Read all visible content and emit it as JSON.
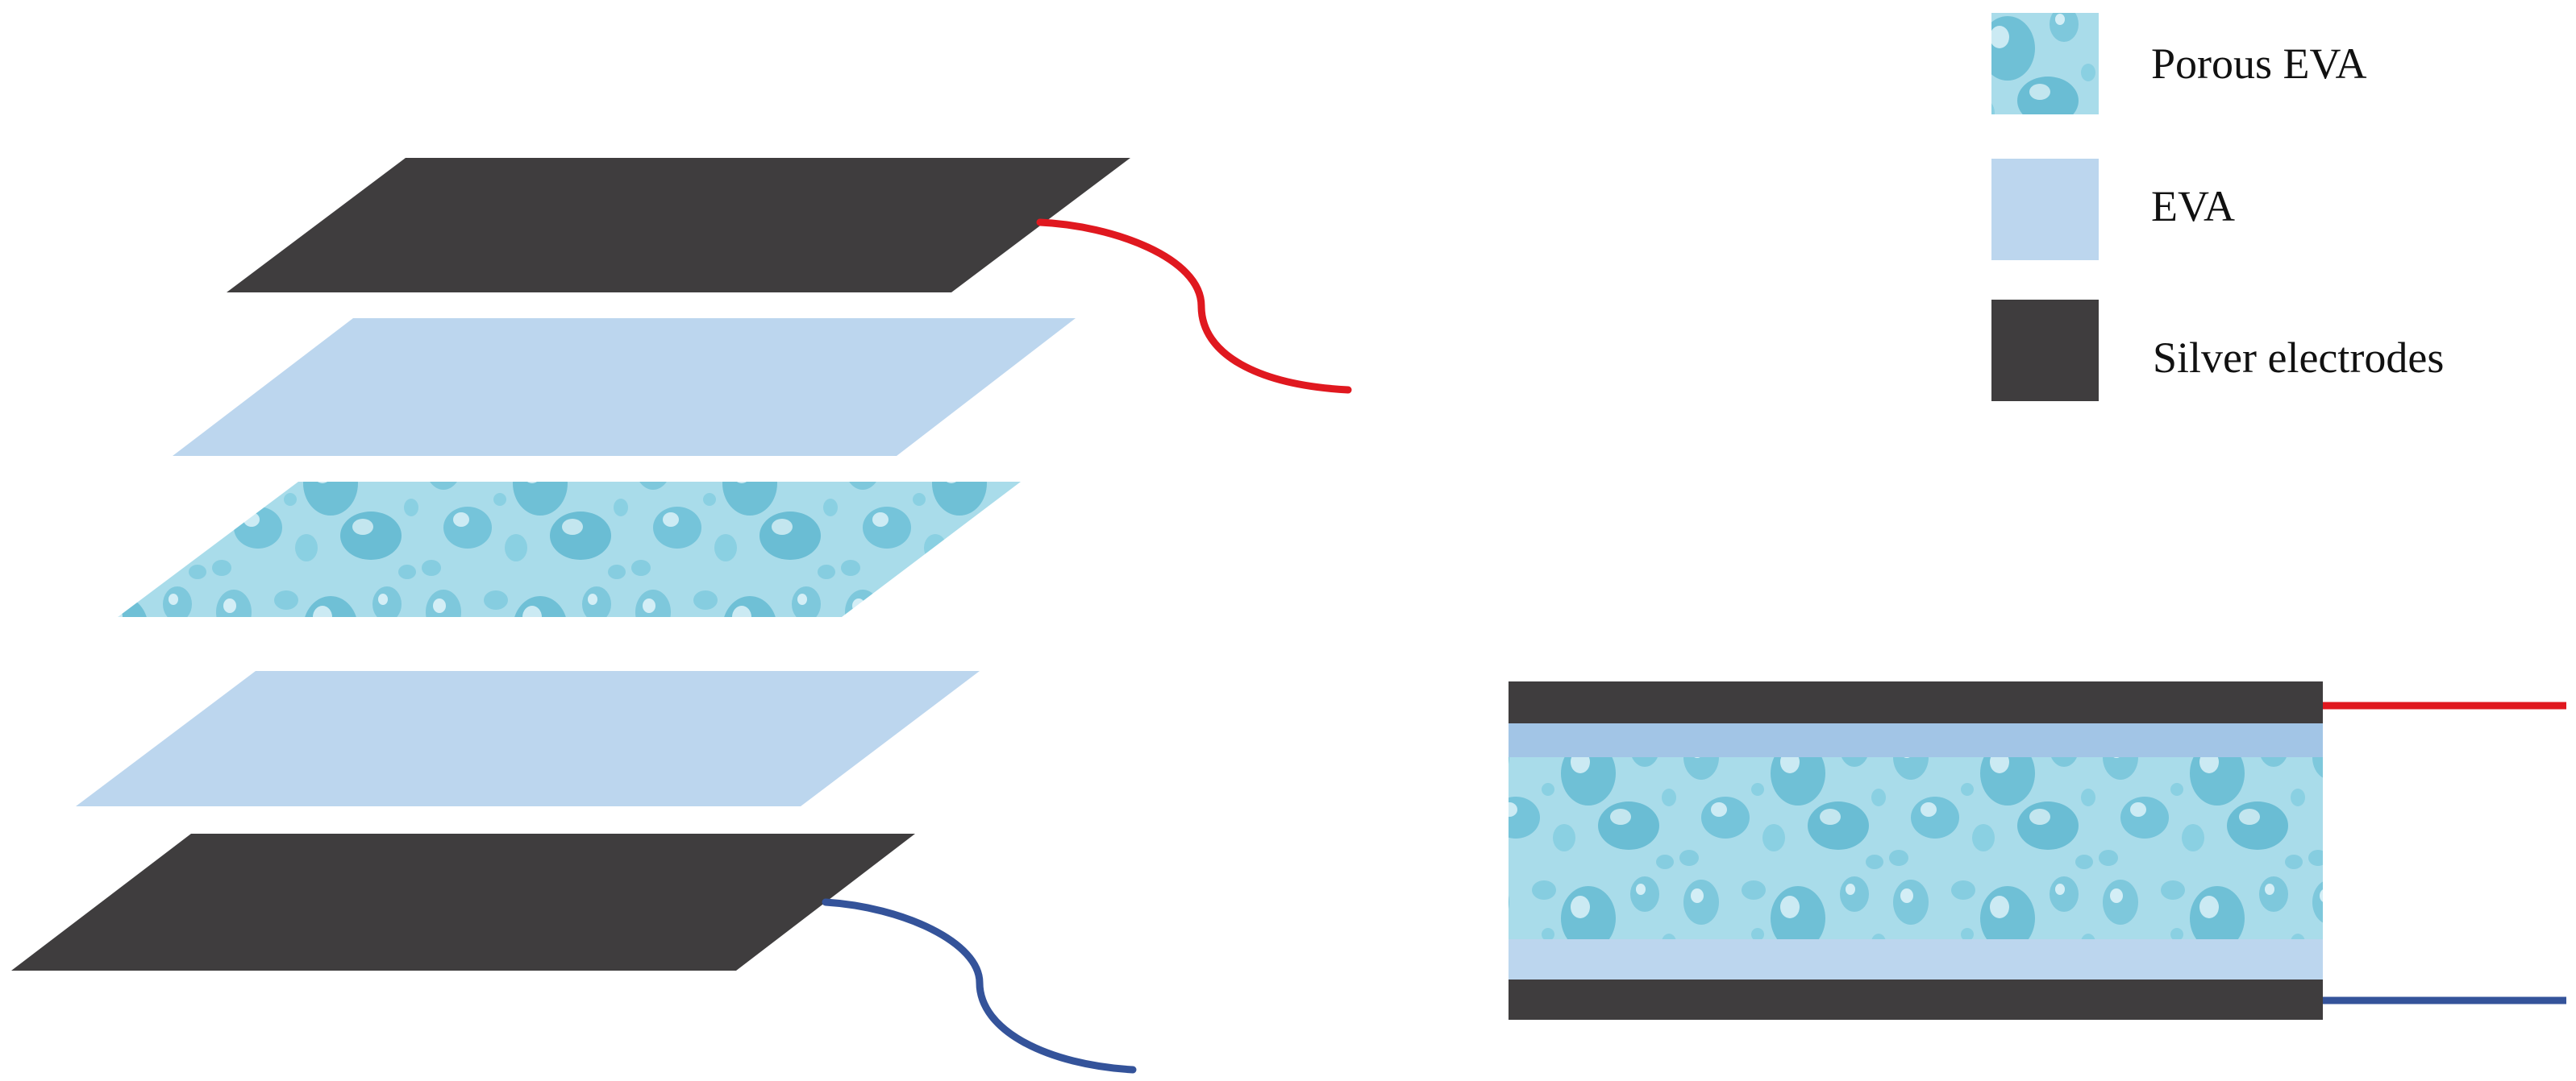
{
  "legend": {
    "items": [
      {
        "key": "porous_eva",
        "label": "Porous EVA",
        "swatch": "pattern"
      },
      {
        "key": "eva",
        "label": "EVA",
        "swatch": "solid"
      },
      {
        "key": "silver_electrodes",
        "label": "Silver electrodes",
        "swatch": "solid"
      }
    ]
  },
  "colors": {
    "electrode": "#3f3d3e",
    "eva": "#bcd6ee",
    "eva_dark": "#a2c5e6",
    "porous_base": "#a9dcea",
    "porous_bubble": "#6fc0d6",
    "porous_highlight": "#e9f8fc",
    "wire_top": "#e0181f",
    "wire_bottom": "#34539a",
    "text": "#111111"
  },
  "icons": {
    "porous_eva_swatch": "water-droplet-texture",
    "eva_swatch": "solid-light-blue-square",
    "silver_electrodes_swatch": "solid-dark-gray-square"
  }
}
